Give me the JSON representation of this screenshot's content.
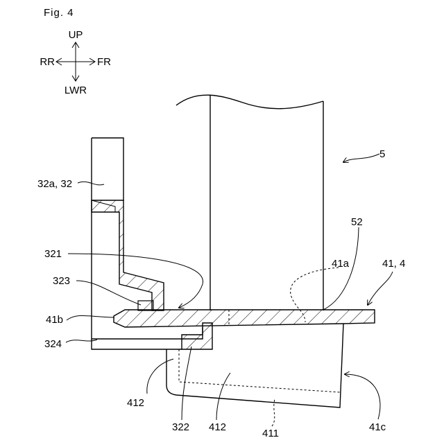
{
  "figure": {
    "title": "Fig. 4"
  },
  "directions": {
    "up": "UP",
    "down": "LWR",
    "left": "RR",
    "right": "FR"
  },
  "labels": {
    "l5": "5",
    "l32": "32a, 32",
    "l52": "52",
    "l321": "321",
    "l41a": "41a",
    "l41_4": "41, 4",
    "l323": "323",
    "l41b": "41b",
    "l324": "324",
    "l412_left": "412",
    "l322": "322",
    "l412_mid": "412",
    "l411": "411",
    "l41c": "41c"
  },
  "colors": {
    "line": "#000000",
    "background": "#ffffff"
  }
}
